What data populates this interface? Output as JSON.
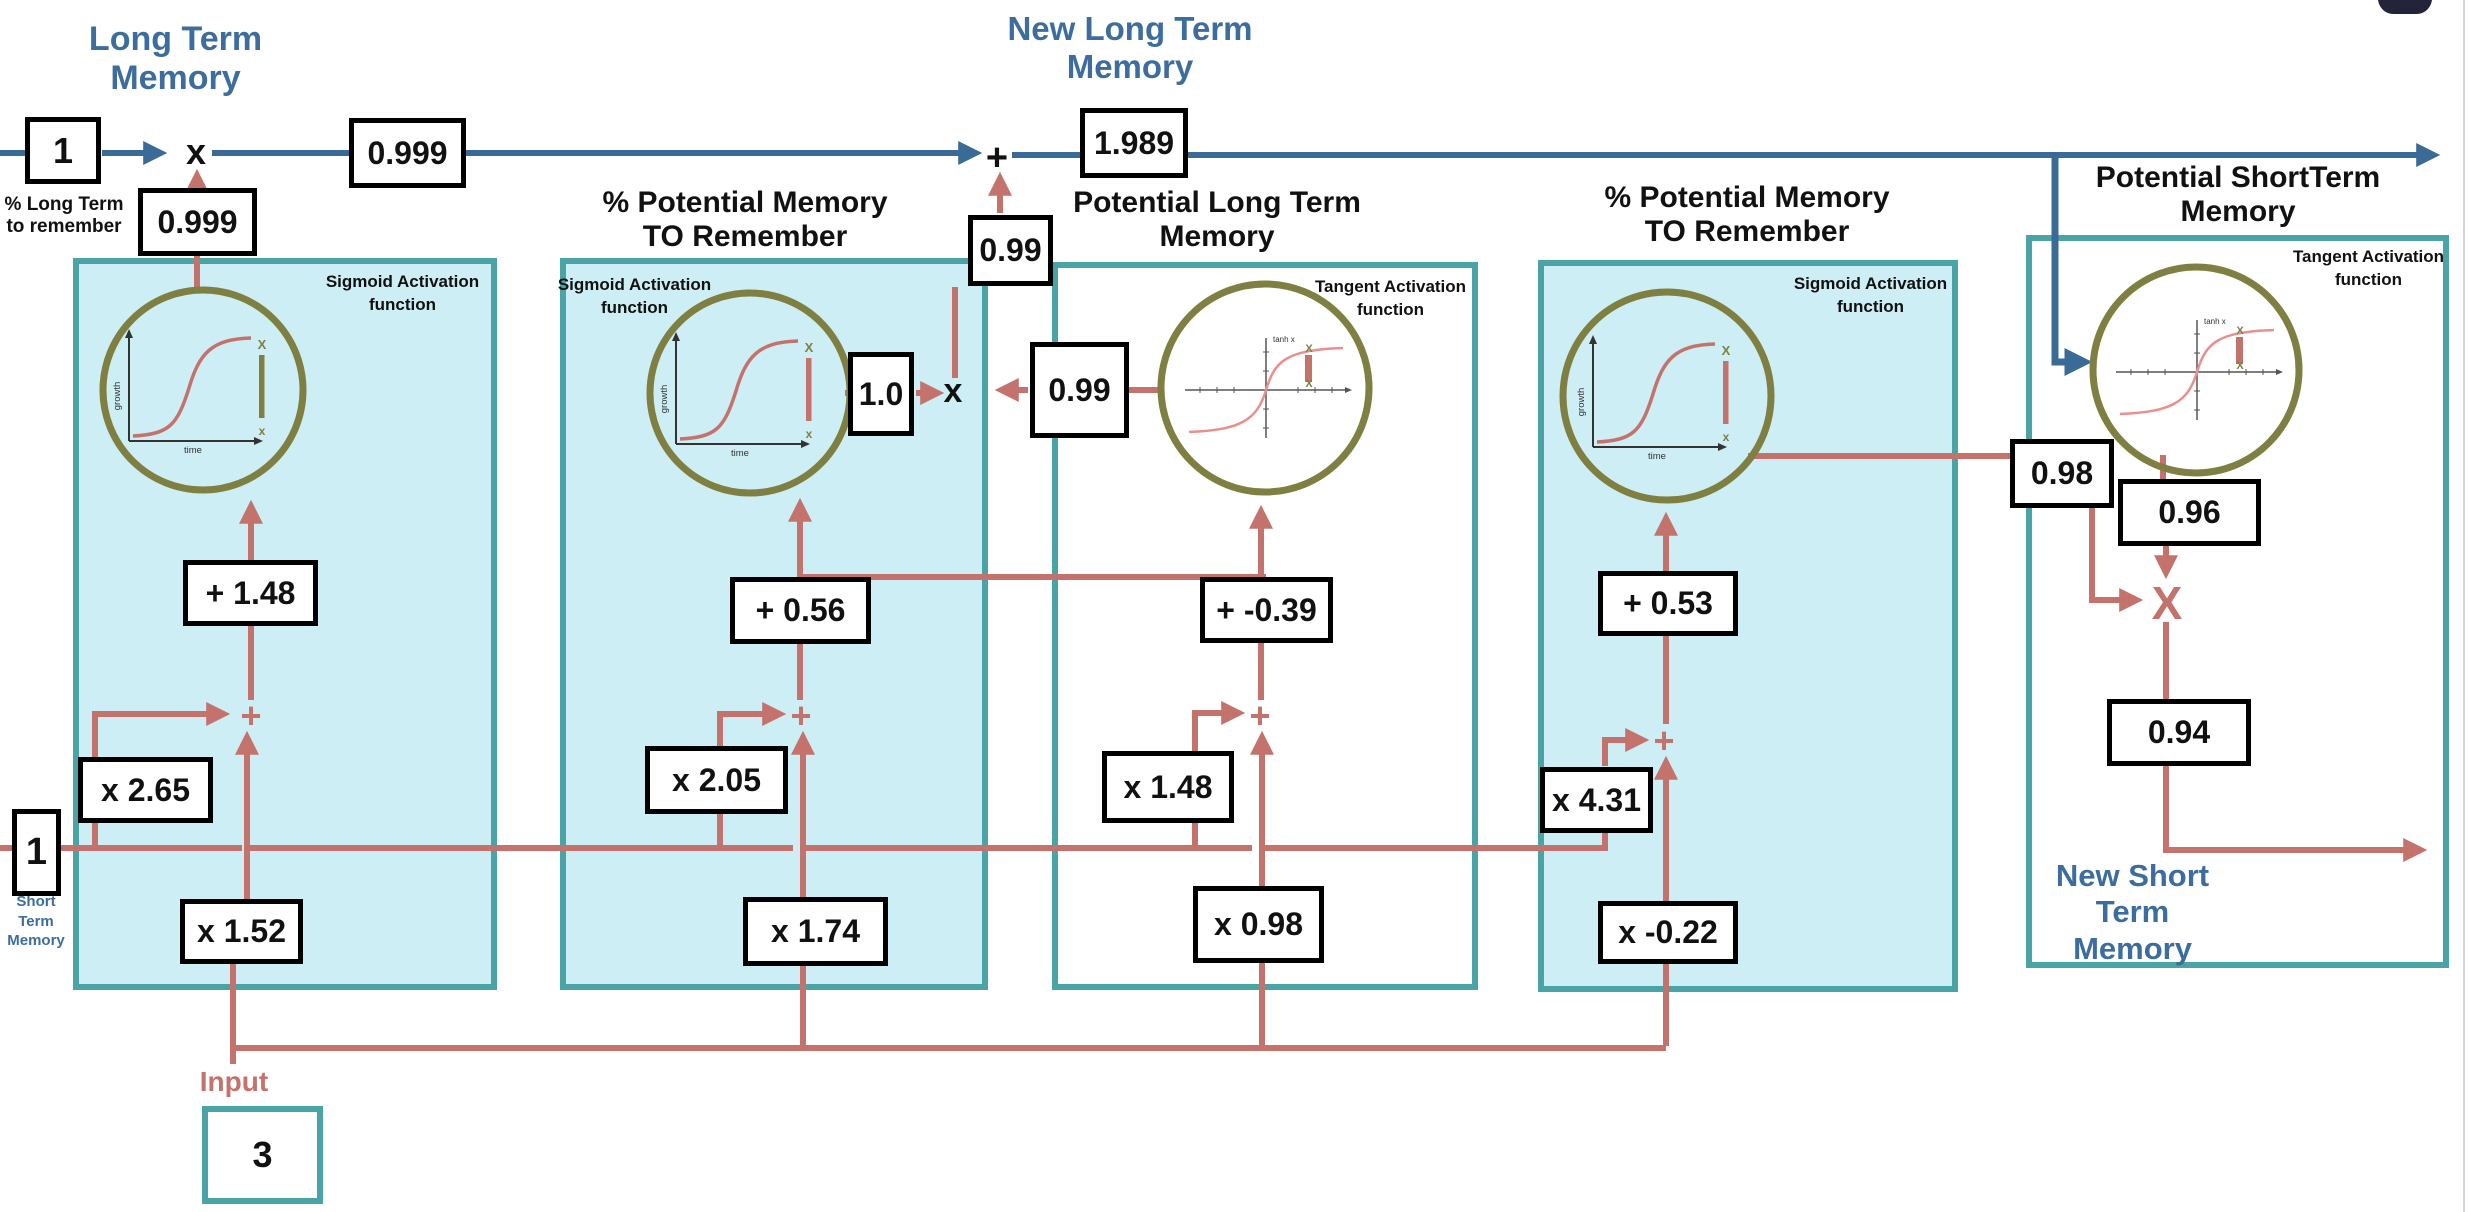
{
  "colors": {
    "line_blue": "#3a6b96",
    "label_blue": "#3c6d9e",
    "line_red": "#c4726c",
    "teal_border": "#4aa3a4",
    "cyan_fill": "#cdeef4",
    "olive": "#7f7f42",
    "curve_pink": "#e9908e"
  },
  "memory_flow": {
    "long_term_label": [
      "Long Term",
      "Memory"
    ],
    "new_long_term_label": [
      "New Long Term",
      "Memory"
    ],
    "pct_long_term_label": [
      "% Long Term",
      "to remember"
    ],
    "long_term_value": "1",
    "multiply_op": "x",
    "add_op": "+",
    "forget_result": "0.999",
    "forget_pct": "0.999",
    "new_long_term_value": "1.989",
    "remember_pct": "1.0",
    "potential_memory": "0.99",
    "potential_scaled": "0.99"
  },
  "short_term_flow": {
    "short_term_value": "1",
    "short_term_label": [
      "Short",
      "Term",
      "Memory"
    ],
    "input_label": "Input",
    "input_value": "3",
    "output_pct": "0.98",
    "tanh_new_long_term": "0.96",
    "new_short_term_value": "0.94",
    "multiply_op": "X",
    "new_short_term_label": [
      "New Short",
      "Term",
      "Memory"
    ]
  },
  "gates": [
    {
      "activation": [
        "Sigmoid Activation",
        "function"
      ],
      "bias": "+ 1.48",
      "short_weight": "x 2.65",
      "input_weight": "x 1.52",
      "sum_op": "+"
    },
    {
      "title": [
        "% Potential Memory",
        "TO Remember"
      ],
      "activation": [
        "Sigmoid Activation",
        "function"
      ],
      "bias": "+ 0.56",
      "short_weight": "x 2.05",
      "input_weight": "x 1.74",
      "sum_op": "+"
    },
    {
      "title": [
        "Potential Long Term",
        "Memory"
      ],
      "activation": [
        "Tangent Activation",
        "function"
      ],
      "bias": "+ -0.39",
      "short_weight": "x 1.48",
      "input_weight": "x 0.98",
      "sum_op": "+"
    },
    {
      "title": [
        "% Potential Memory",
        "TO Remember"
      ],
      "activation": [
        "Sigmoid Activation",
        "function"
      ],
      "bias": "+ 0.53",
      "short_weight": "x 4.31",
      "input_weight": "x -0.22",
      "sum_op": "+"
    },
    {
      "title": [
        "Potential ShortTerm",
        "Memory"
      ],
      "activation": [
        "Tangent Activation",
        "function"
      ]
    }
  ],
  "plots": {
    "sigmoid": {
      "ylabel": "growth",
      "xlabel": "time",
      "marker": "X",
      "marker_small": "x"
    },
    "tanh": {
      "label": "tanh x",
      "marker": "X"
    }
  }
}
